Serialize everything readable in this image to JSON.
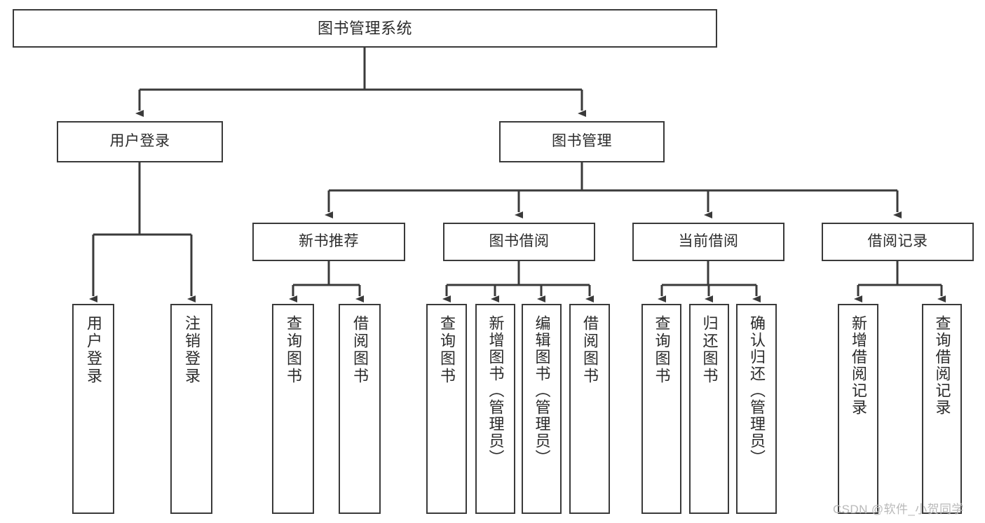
{
  "diagram": {
    "type": "tree-hierarchy-chart",
    "title": "图书管理系统",
    "colors": {
      "box_border": "#3a3a3a",
      "box_fill": "#ffffff",
      "connector": "#3a3a3a",
      "text": "#2b2b2b",
      "watermark": "#b9b9b9",
      "background": "#ffffff"
    },
    "root": {
      "label": "图书管理系统"
    },
    "level1": [
      {
        "id": "user-login",
        "label": "用户登录"
      },
      {
        "id": "book-management",
        "label": "图书管理"
      }
    ],
    "level2": [
      {
        "id": "new-book-recommend",
        "label": "新书推荐"
      },
      {
        "id": "book-borrow",
        "label": "图书借阅"
      },
      {
        "id": "current-borrow",
        "label": "当前借阅"
      },
      {
        "id": "borrow-record",
        "label": "借阅记录"
      }
    ],
    "leaves": {
      "user_login": [
        {
          "id": "leaf-user-login",
          "label": "用户登录"
        },
        {
          "id": "leaf-logout-login",
          "label": "注销登录"
        }
      ],
      "new_book_recommend": [
        {
          "id": "leaf-query-book-1",
          "label": "查询图书"
        },
        {
          "id": "leaf-borrow-book-1",
          "label": "借阅图书"
        }
      ],
      "book_borrow": [
        {
          "id": "leaf-query-book-2",
          "label": "查询图书"
        },
        {
          "id": "leaf-add-book-admin",
          "label": "新增图书（管理员）"
        },
        {
          "id": "leaf-edit-book-admin",
          "label": "编辑图书（管理员）"
        },
        {
          "id": "leaf-borrow-book-2",
          "label": "借阅图书"
        }
      ],
      "current_borrow": [
        {
          "id": "leaf-query-book-3",
          "label": "查询图书"
        },
        {
          "id": "leaf-return-book",
          "label": "归还图书"
        },
        {
          "id": "leaf-confirm-return-admin",
          "label": "确认归还（管理员）"
        }
      ],
      "borrow_record": [
        {
          "id": "leaf-add-borrow-record",
          "label": "新增借阅记录"
        },
        {
          "id": "leaf-query-borrow-record",
          "label": "查询借阅记录"
        }
      ]
    }
  },
  "watermark": {
    "text": "CSDN @软件_小贺同学"
  }
}
